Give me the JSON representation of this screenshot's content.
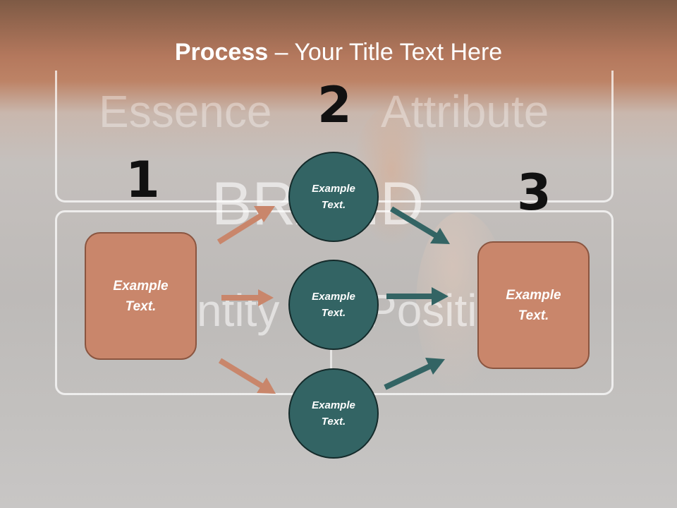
{
  "title": {
    "bold": "Process",
    "rest": " – Your Title Text Here"
  },
  "background_words": {
    "essence": "Essence",
    "attribute": "Attribute",
    "brand": "BRAND",
    "identity": "Identity",
    "positioning": "Positioning"
  },
  "steps": {
    "one": "1",
    "two": "2",
    "three": "3"
  },
  "boxes": {
    "left": {
      "line1": "Example",
      "line2": "Text."
    },
    "right": {
      "line1": "Example",
      "line2": "Text."
    }
  },
  "circles": {
    "top": {
      "line1": "Example",
      "line2": "Text."
    },
    "middle": {
      "line1": "Example",
      "line2": "Text."
    },
    "bottom": {
      "line1": "Example",
      "line2": "Text."
    }
  },
  "colors": {
    "box_fill": "#c9866b",
    "circle_fill": "#336464",
    "arrow_left": "#c9866b",
    "arrow_right": "#336464",
    "header": "#b4785d"
  }
}
